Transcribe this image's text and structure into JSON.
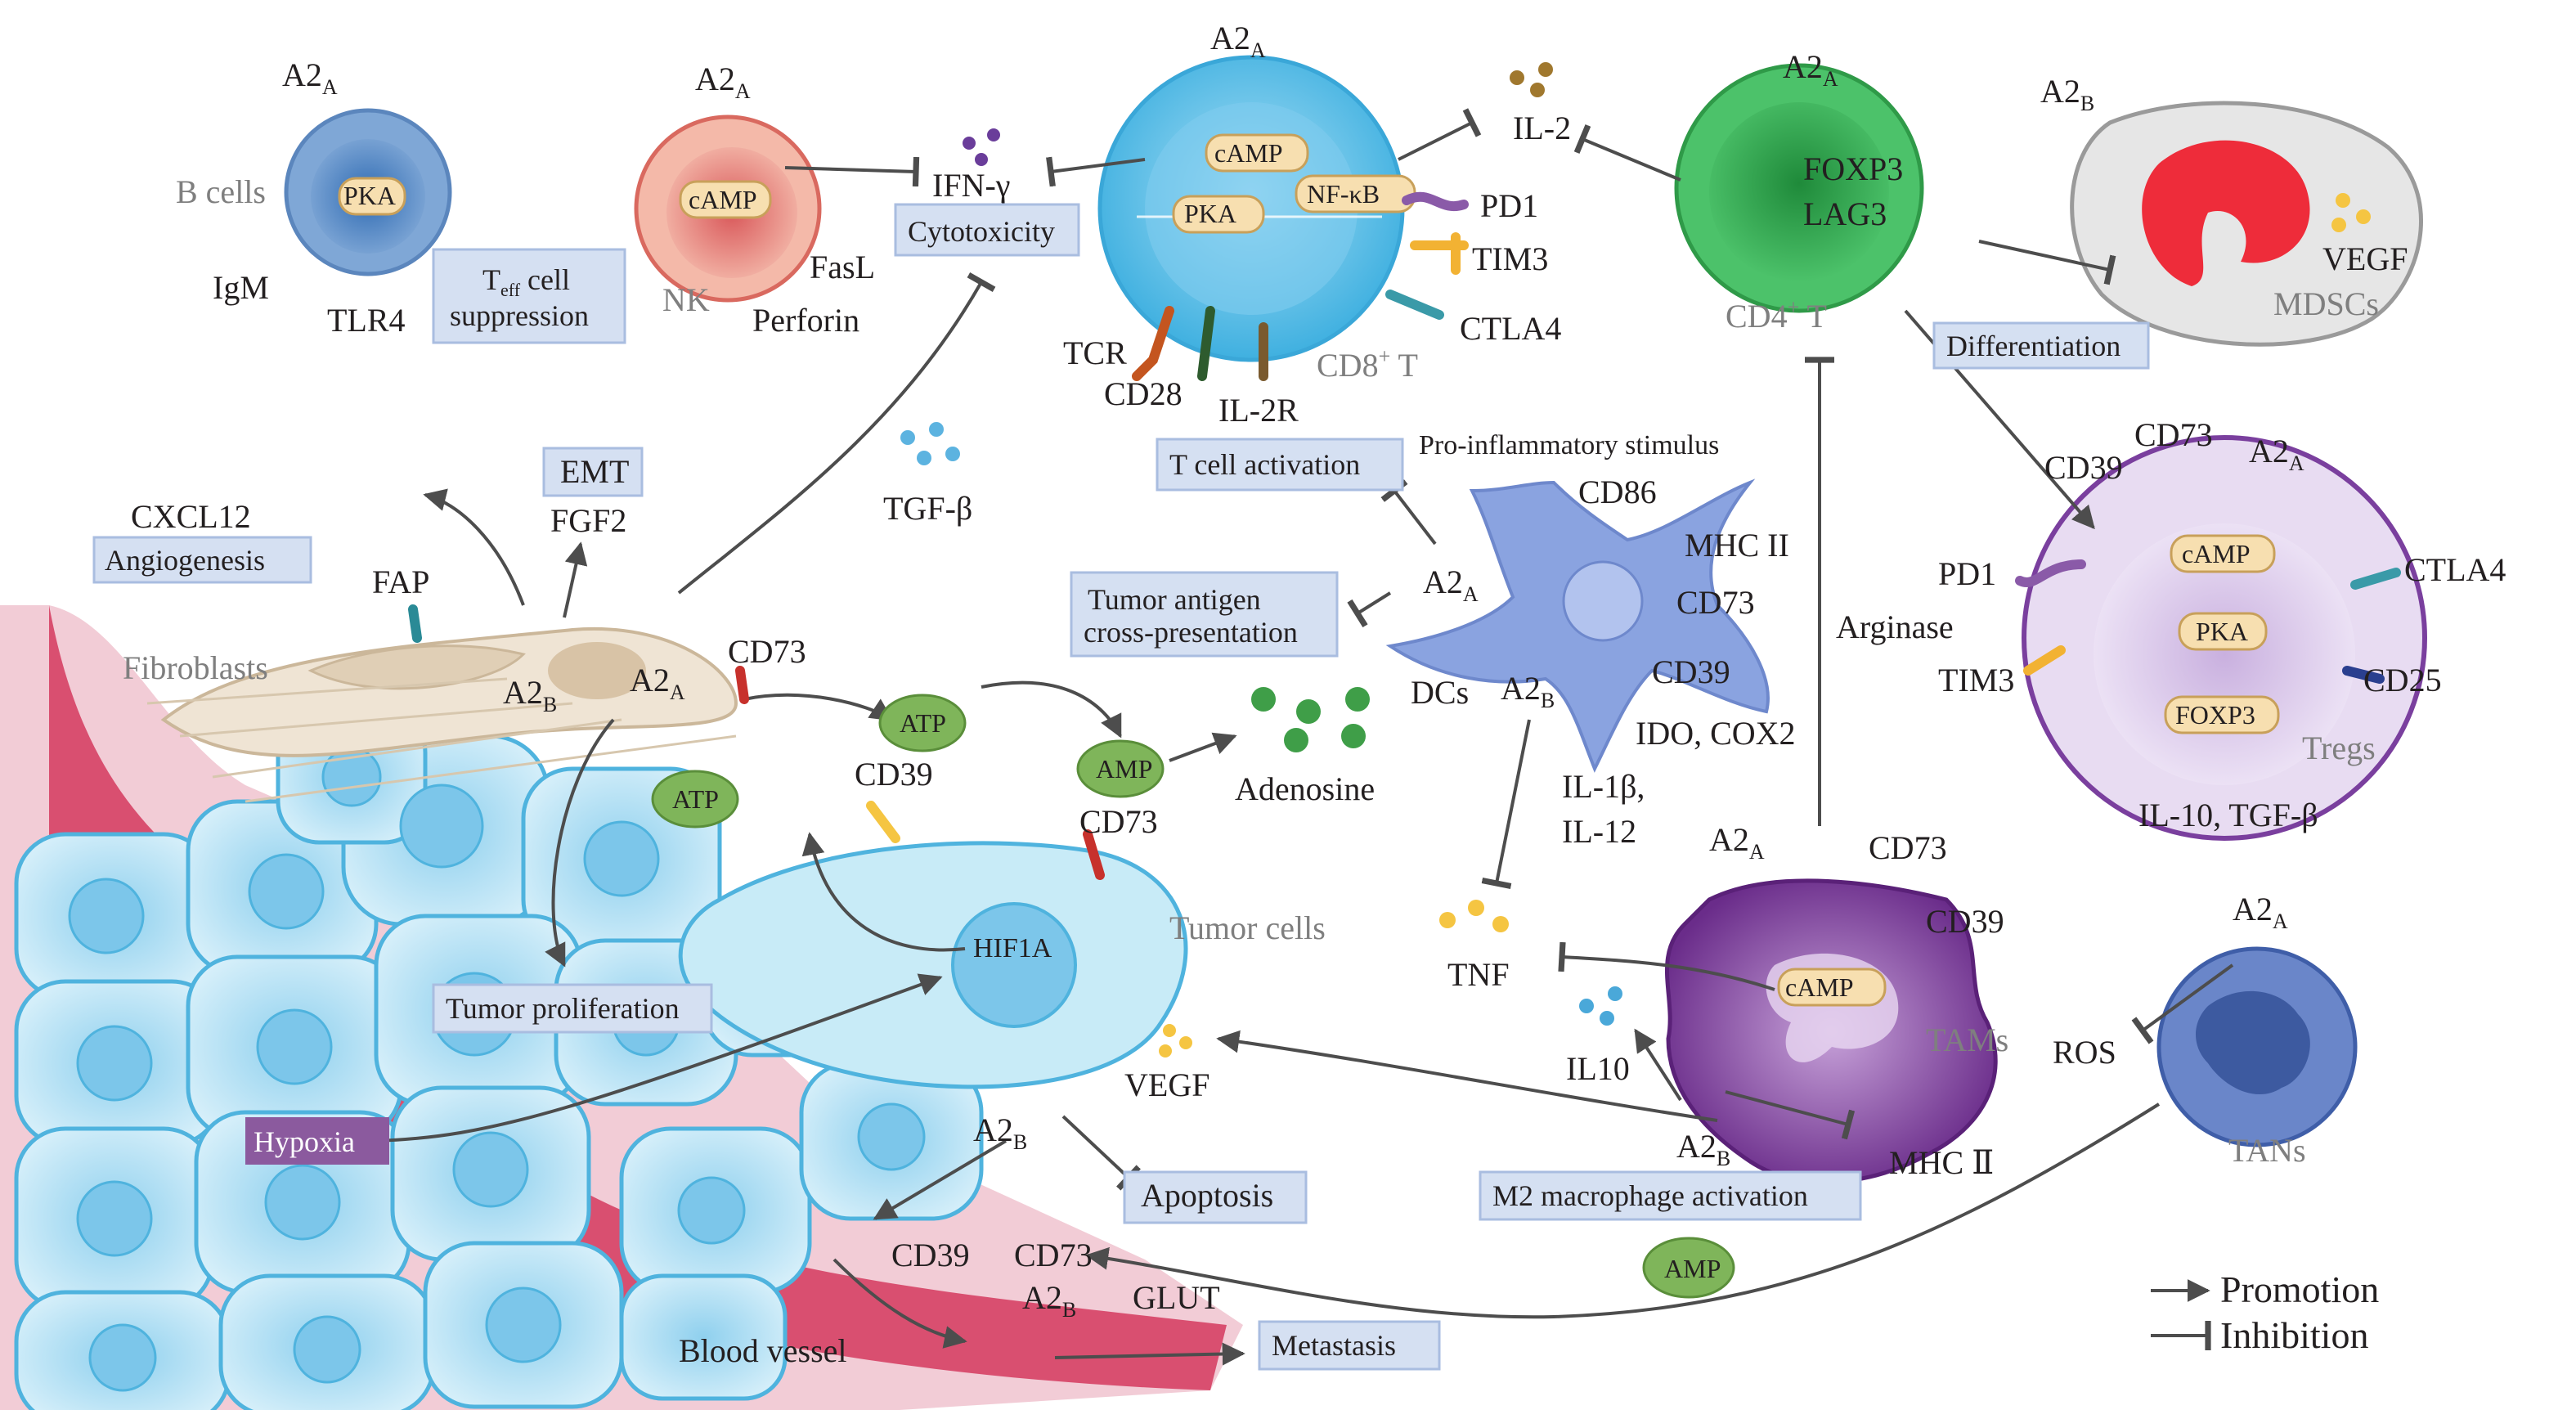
{
  "colors": {
    "box_fill": "#d5e0f2",
    "box_stroke": "#a9bde0",
    "hypoxia_box": "#8b5a9e",
    "cd8_cell": "#5fbfe8",
    "cd4_cell": "#3cb35a",
    "treg_cell": "#d9c6e9",
    "tam_cell": "#7b3f98",
    "tumor_cell": "#b9e2f2",
    "blood_vessel": "#d94f70",
    "ampbadge": "#7fb55a"
  },
  "labels": {
    "a2a": "A2",
    "a2a_sub": "A",
    "a2b": "A2",
    "a2b_sub": "B",
    "b_cells": "B cells",
    "pka": "PKA",
    "igm": "IgM",
    "tlr4": "TLR4",
    "teff_t": "T",
    "teff_sub": "eff",
    "teff_rest": " cell",
    "teff_line2": "suppression",
    "nk": "NK",
    "camp": "cAMP",
    "fasl": "FasL",
    "perforin": "Perforin",
    "ifng": "IFN-γ",
    "cytotoxicity": "Cytotoxicity",
    "nfkb": "NF-κB",
    "pd1": "PD1",
    "tim3": "TIM3",
    "ctla4": "CTLA4",
    "tcr": "TCR",
    "cd28": "CD28",
    "il2r": "IL-2R",
    "cd8t": "CD8",
    "cd8t_sup": "+",
    "cd8t_t": " T",
    "il2": "IL-2",
    "foxp3": "FOXP3",
    "lag3": "LAG3",
    "cd4t": "CD4",
    "cd4t_sup": "+",
    "cd4t_t": " T",
    "vegf": "VEGF",
    "mdscs": "MDSCs",
    "differentiation": "Differentiation",
    "t_cell_activation": "T cell activation",
    "pro_inflammatory": "Pro-inflammatory stimulus",
    "cd86": "CD86",
    "mhc2": "MHC II",
    "cd73": "CD73",
    "cd39": "CD39",
    "dcs": "DCs",
    "ido_cox2": "IDO, COX2",
    "il1b": "IL-1β,",
    "il12": "IL-12",
    "tumor_antigen_1": "Tumor antigen",
    "tumor_antigen_2": "cross-presentation",
    "arginase": "Arginase",
    "cd25": "CD25",
    "tregs": "Tregs",
    "il10_tgfb": "IL-10, TGF-β",
    "emt": "EMT",
    "fgf2": "FGF2",
    "cxcl12": "CXCL12",
    "angiogenesis": "Angiogenesis",
    "fap": "FAP",
    "tgfb": "TGF-β",
    "fibroblasts": "Fibroblasts",
    "atp": "ATP",
    "amp": "AMP",
    "adenosine": "Adenosine",
    "hif1a": "HIF1A",
    "tumor_cells": "Tumor cells",
    "tumor_proliferation": "Tumor proliferation",
    "hypoxia": "Hypoxia",
    "apoptosis": "Apoptosis",
    "tnf": "TNF",
    "il10": "IL10",
    "tams": "TAMs",
    "mhc2_b": "MHC Ⅱ",
    "m2_activation": "M2 macrophage activation",
    "ros": "ROS",
    "tans": "TANs",
    "glut": "GLUT",
    "metastasis": "Metastasis",
    "blood_vessel": "Blood vessel"
  },
  "legend": {
    "promotion": "Promotion",
    "inhibition": "Inhibition"
  }
}
